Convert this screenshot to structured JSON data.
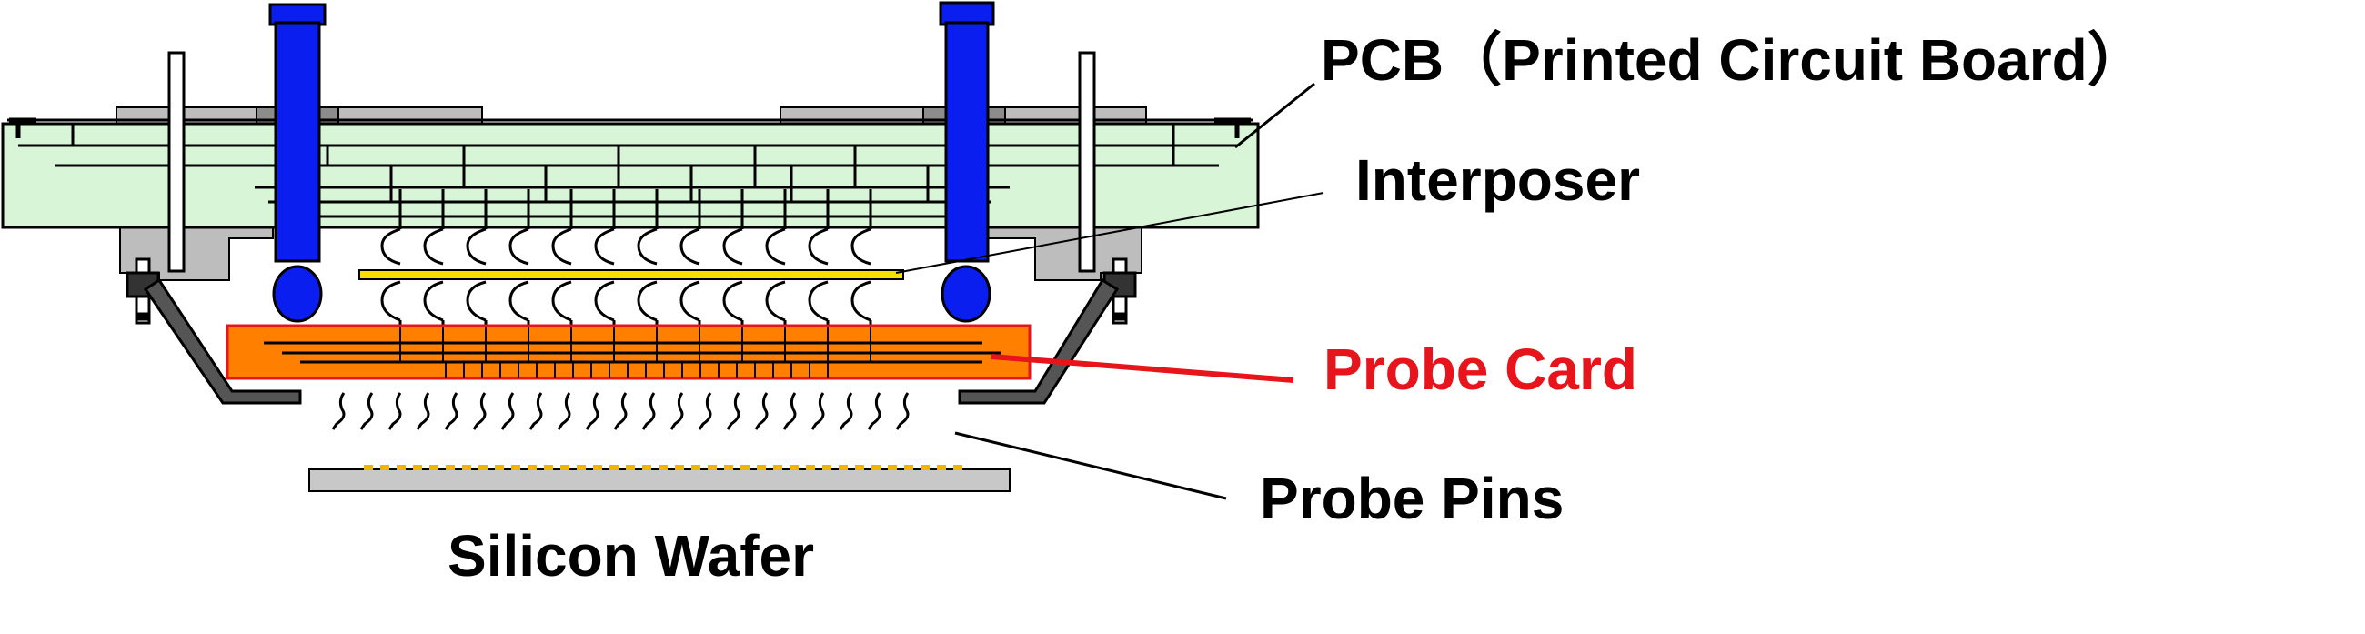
{
  "labels": {
    "pcb": "PCB（Printed Circuit Board）",
    "interposer": "Interposer",
    "probe_card": "Probe Card",
    "probe_pins": "Probe Pins",
    "silicon_wafer": "Silicon Wafer"
  },
  "colors": {
    "pcb_fill": "#d8f5d8",
    "probe_card_fill": "#ff8000",
    "probe_card_stroke": "#e8141c",
    "probe_card_label": "#e8141c",
    "posts": "#0a1ef0",
    "interposer_strip": "#f5e000",
    "wafer_fill": "#c8c8c8",
    "wafer_pads": "#f0b400",
    "holder": "#555555",
    "support_gray": "#bdbdbd"
  },
  "icons": {
    "springs": "interposer-spring-contacts",
    "pins": "probe-pin-array",
    "posts": "stiffener-posts"
  }
}
